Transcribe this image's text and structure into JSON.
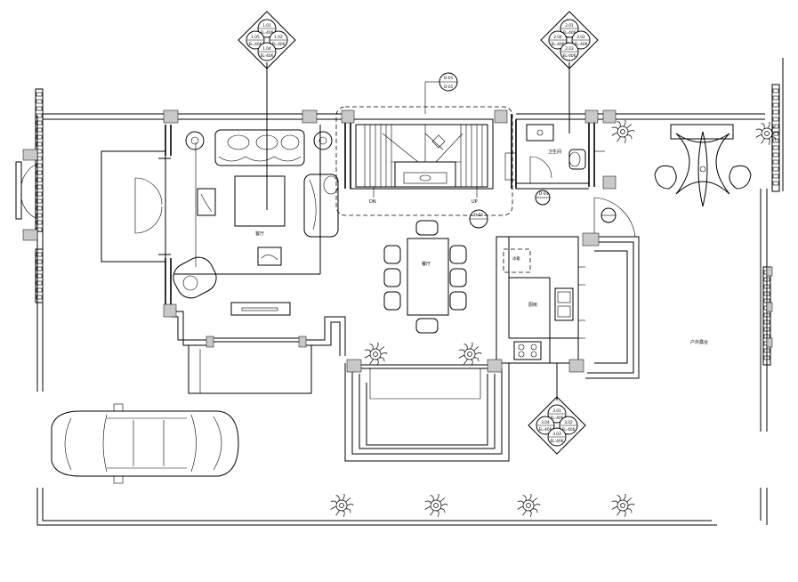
{
  "diagram": {
    "type": "floor-plan",
    "room_labels": {
      "living": "客厅",
      "dining": "餐厅",
      "kitchen": "厨房",
      "toilet": "卫生间",
      "terrace": "户外露台",
      "fridge": "冰箱"
    },
    "stair_labels": {
      "down": "DN",
      "up": "UP"
    },
    "elevation_tags": [
      {
        "name": "living-tag",
        "top": "1.01",
        "left": "1.05",
        "right": "1.02",
        "bottom": "1.04"
      },
      {
        "name": "stair-tag",
        "top": "2.01",
        "left": "2.04",
        "right": "2.02",
        "bottom": "2.03"
      },
      {
        "name": "kitchen-tag",
        "top": "3.01",
        "left": "3.04",
        "right": "3.02",
        "bottom": "3.03"
      }
    ],
    "tag_subtext": "EL-406",
    "section_marks": [
      "D-01",
      "D-01",
      "D-01",
      "D-01"
    ]
  }
}
